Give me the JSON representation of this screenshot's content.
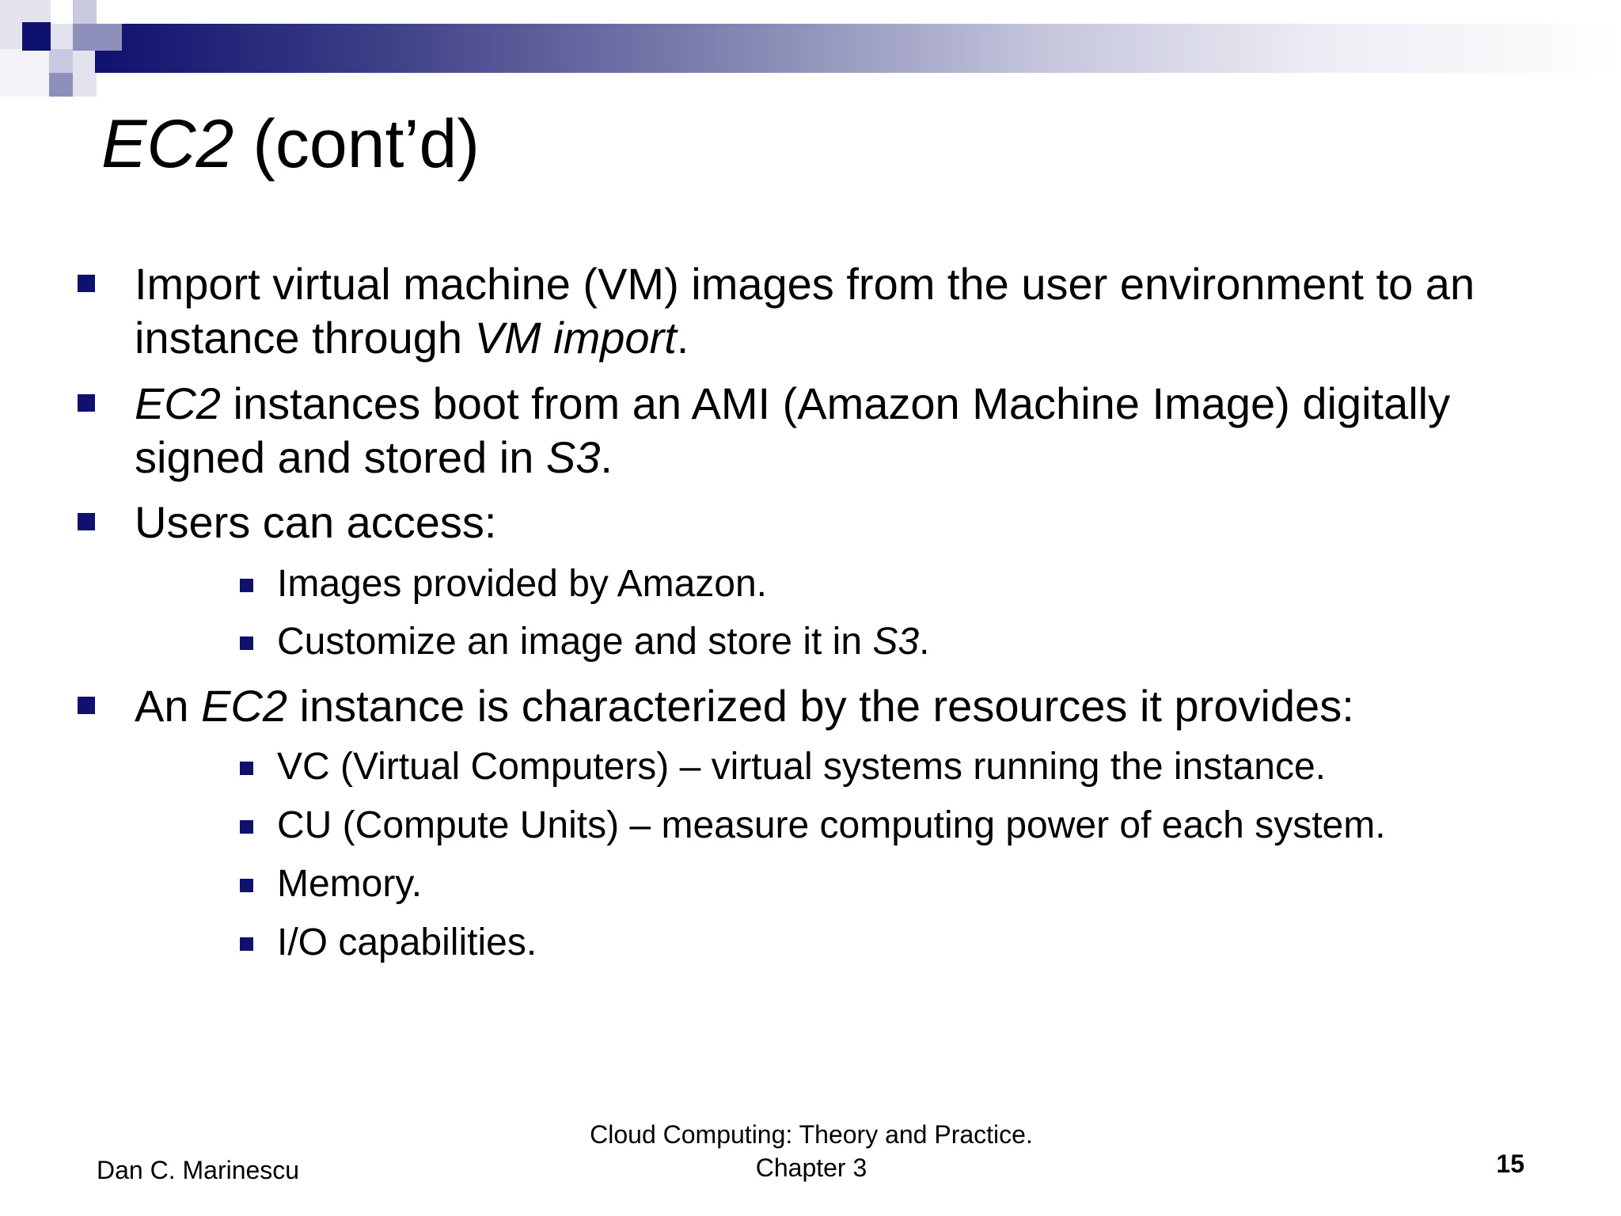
{
  "slide": {
    "title_em": "EC2",
    "title_rest": " (cont’d)",
    "b1_line1": "Import virtual machine (VM) images from the user environment to an",
    "b1_line2_a": "instance through ",
    "b1_line2_em": "VM import",
    "b1_line2_b": ".",
    "b2_line1_em": "EC2",
    "b2_line1_rest": " instances boot from an AMI (Amazon Machine Image) digitally",
    "b2_line2_a": "signed and stored in ",
    "b2_line2_em": "S3",
    "b2_line2_b": ".",
    "b3": "Users can access:",
    "b3_sub1": "Images provided by Amazon.",
    "b3_sub2_a": "Customize an image and store it in ",
    "b3_sub2_em": "S3",
    "b3_sub2_b": ".",
    "b4_a": "An ",
    "b4_em": "EC2",
    "b4_b": " instance is characterized by the resources it provides:",
    "b4_sub1": "VC (Virtual Computers) – virtual systems running the instance.",
    "b4_sub2": "CU (Compute Units) – measure computing power of each system.",
    "b4_sub3": "Memory.",
    "b4_sub4": "I/O capabilities."
  },
  "footer": {
    "author": "Dan C. Marinescu",
    "book_line1": "Cloud Computing: Theory and Practice.",
    "book_line2": "Chapter 3",
    "page_number": "15"
  },
  "colors": {
    "accent": "#0f116f"
  }
}
